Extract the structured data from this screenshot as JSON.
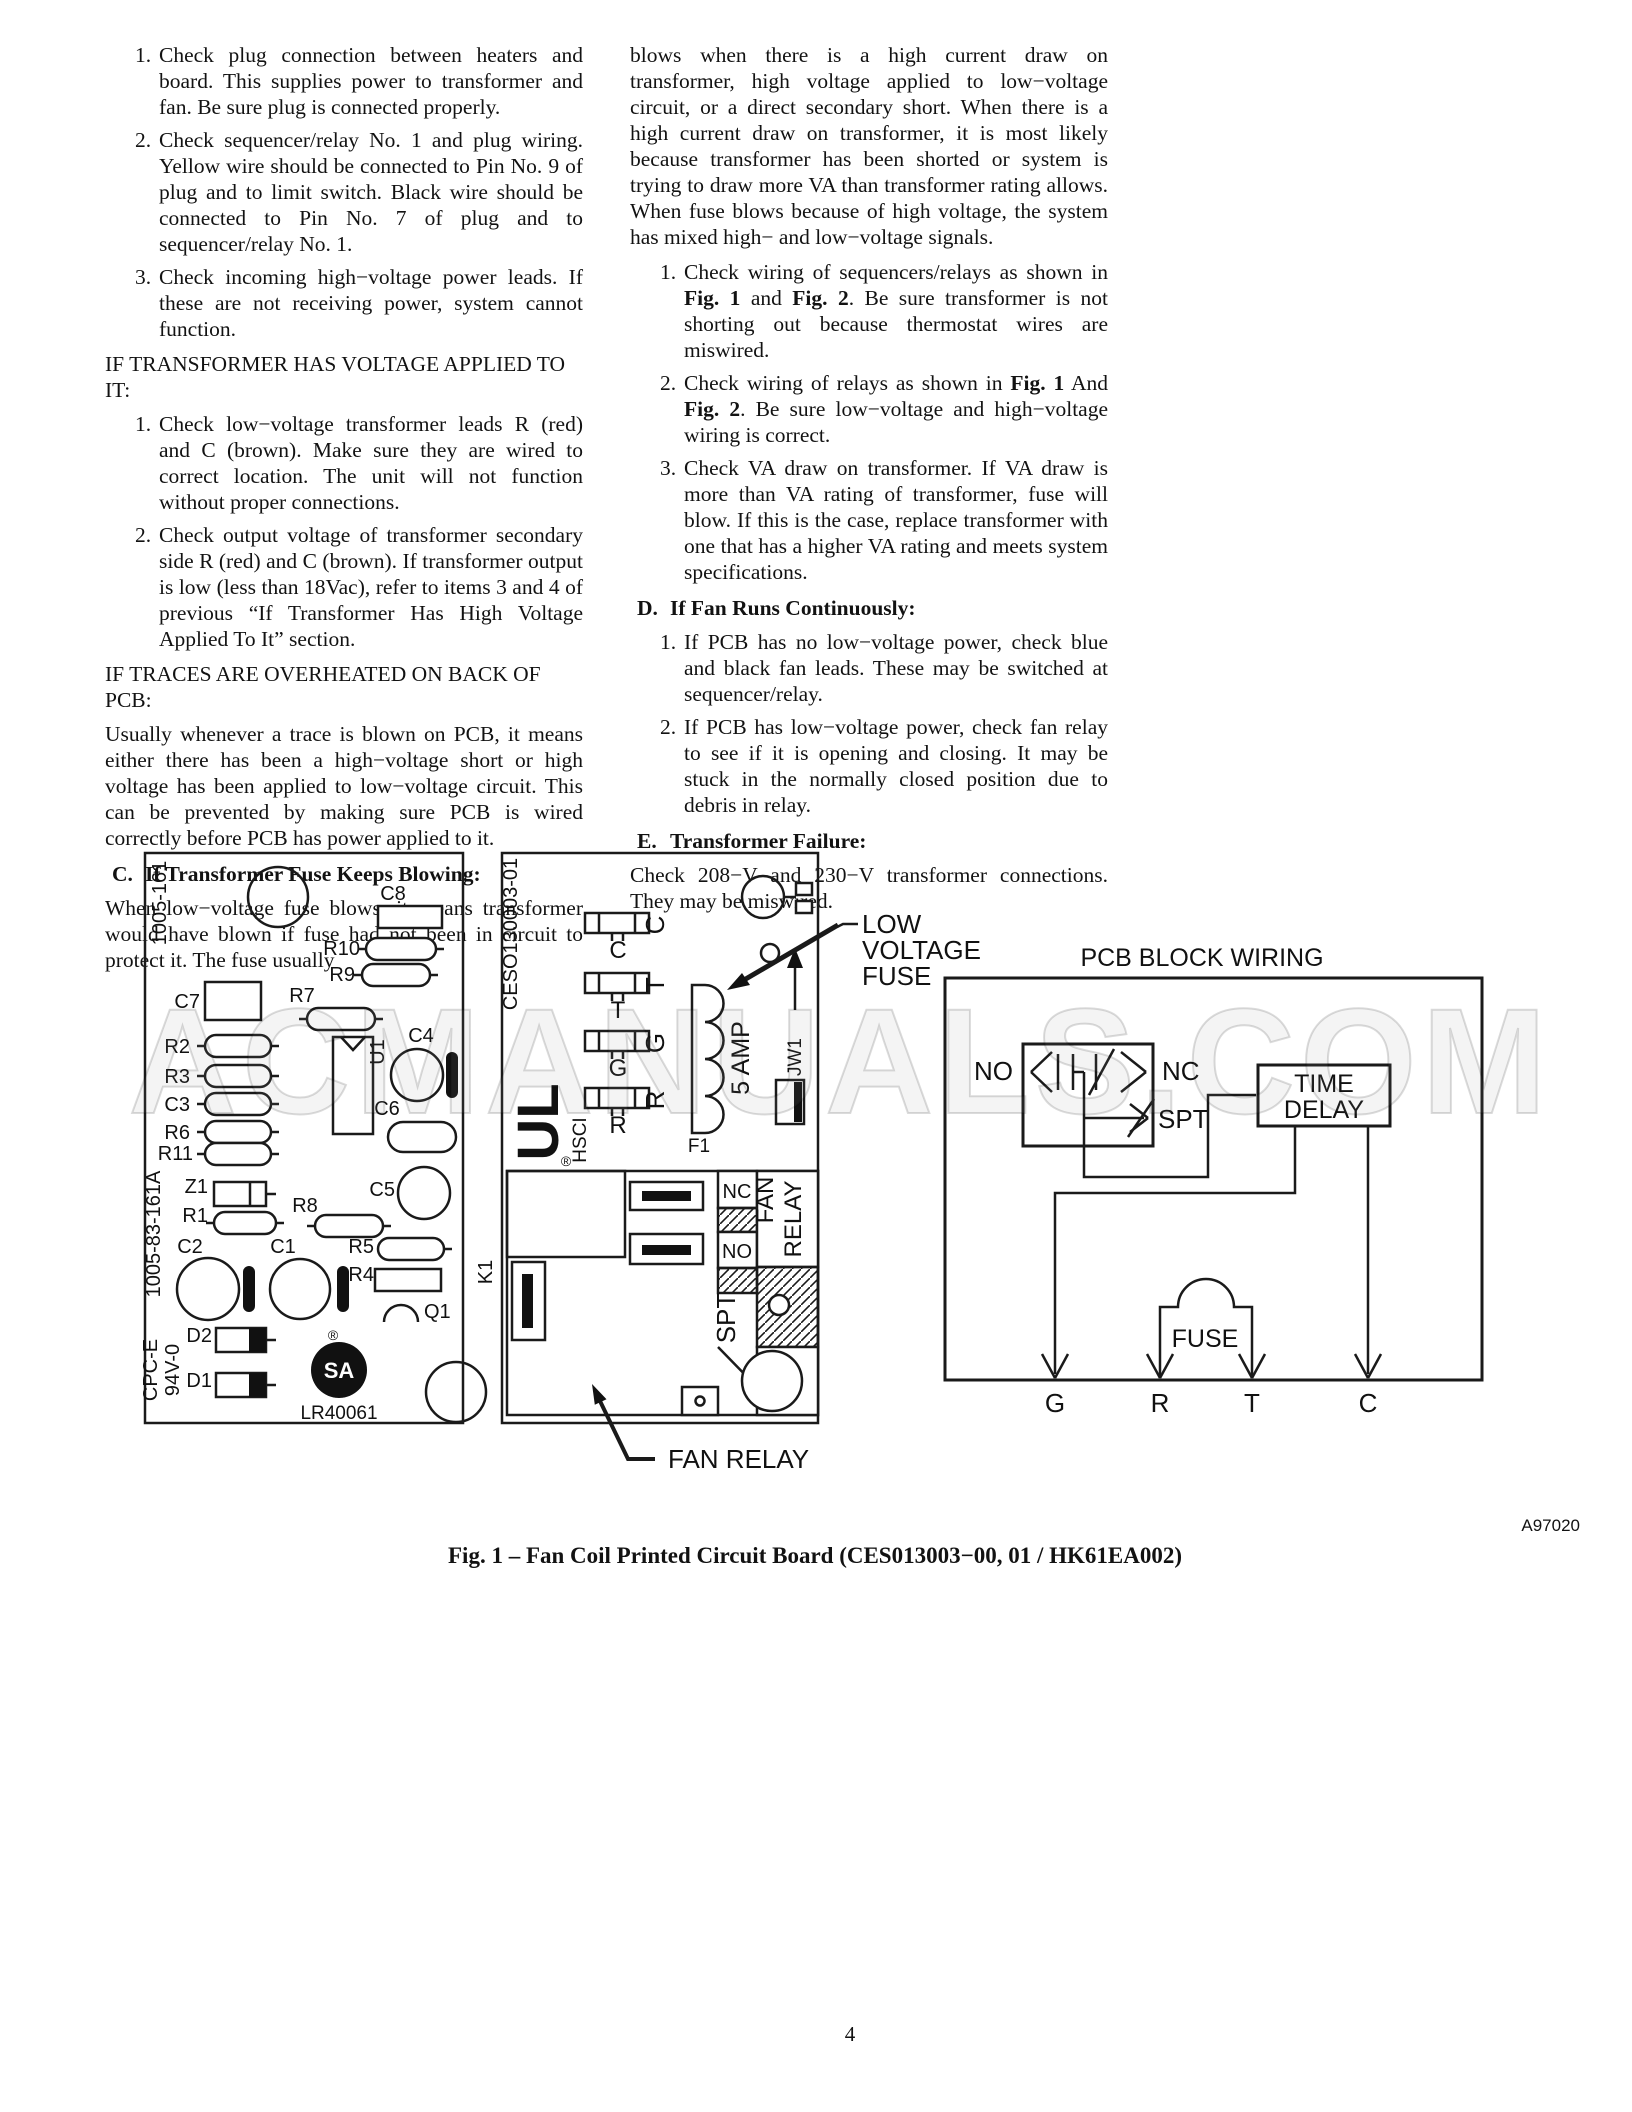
{
  "page": {
    "number": "4",
    "watermark": "ACMANUALS.COM"
  },
  "left": {
    "list1": [
      {
        "n": "1.",
        "t": "Check plug connection between heaters and board. This supplies power to transformer and fan. Be sure plug is connected properly."
      },
      {
        "n": "2.",
        "t": "Check sequencer/relay No. 1 and plug wiring. Yellow wire should be connected to Pin No. 9 of plug and to limit switch. Black wire should be connected to Pin No. 7 of plug and to sequencer/relay No. 1."
      },
      {
        "n": "3.",
        "t": "Check incoming high−voltage power leads. If these are not receiving power, system cannot function."
      }
    ],
    "header1": "IF TRANSFORMER HAS VOLTAGE APPLIED TO IT:",
    "list2": [
      {
        "n": "1.",
        "t": "Check low−voltage transformer leads R (red) and C (brown). Make sure they are wired to correct location. The unit will not function without proper connections."
      },
      {
        "n": "2.",
        "t": "Check output voltage of transformer secondary side R (red) and C (brown). If transformer output is low (less than 18Vac), refer to items 3 and 4 of previous “If Transformer Has High Voltage Applied To It” section."
      }
    ],
    "header2": "IF TRACES ARE OVERHEATED ON BACK OF PCB:",
    "para1": "Usually whenever a trace is blown on PCB, it means either there has been a high−voltage short or high voltage has been applied to low−voltage circuit. This can be prevented by making sure PCB is wired correctly before PCB has power applied to it.",
    "headerC": {
      "letter": "C.",
      "text": "If Transformer Fuse Keeps Blowing:"
    },
    "para2": "When low−voltage fuse blows, it means transformer would have blown if fuse had not been in circuit to protect it. The fuse usually"
  },
  "right": {
    "para1": "blows when there is a high current draw on transformer, high voltage applied to low−voltage circuit, or a direct secondary short. When there is a high current draw on transformer, it is most likely because transformer has been shorted or system is trying to draw more VA than transformer rating allows. When fuse blows because of high voltage, the system has mixed high− and low−voltage signals.",
    "list1": [
      {
        "n": "1.",
        "s1": "Check wiring of sequencers/relays as shown in ",
        "b1": "Fig. 1",
        "s2": " and ",
        "b2": "Fig. 2",
        "s3": ". Be sure transformer is not shorting out because thermostat wires are miswired."
      },
      {
        "n": "2.",
        "s1": "Check wiring of relays as shown in ",
        "b1": "Fig. 1",
        "s2": " And ",
        "b2": "Fig. 2",
        "s3": ". Be sure low−voltage and high−voltage wiring is correct."
      },
      {
        "n": "3.",
        "s1": "Check VA draw on transformer. If VA draw is more than VA rating of transformer, fuse will blow. If this is the case, replace transformer with one that has a higher VA rating and meets system specifications.",
        "b1": "",
        "s2": "",
        "b2": "",
        "s3": ""
      }
    ],
    "headerD": {
      "letter": "D.",
      "text": "If Fan Runs Continuously:"
    },
    "list2": [
      {
        "n": "1.",
        "t": "If PCB has no low−voltage power, check blue and black fan leads. These may be switched at sequencer/relay."
      },
      {
        "n": "2.",
        "t": "If PCB has low−voltage power, check fan relay to see if it is opening and closing. It may be stuck in the normally closed position due to debris in relay."
      }
    ],
    "headerE": {
      "letter": "E.",
      "text": "Transformer Failure:"
    },
    "para2": "Check 208−V and 230−V transformer connections. They may be miswired."
  },
  "figure": {
    "ref": "A97020",
    "caption": "Fig. 1 – Fan Coil Printed Circuit Board (CES013003−00, 01 / HK61EA002)",
    "left_board": {
      "silk_top": "1005-161",
      "silk_mid": "1005-83-161A",
      "silk_b1": "CPC-E",
      "silk_b2": "94V-0",
      "reg": "®",
      "csa_mark": "SA",
      "lr": "LR40061",
      "labels": {
        "c8": "C8",
        "r10": "R10",
        "r9": "R9",
        "c7": "C7",
        "r7": "R7",
        "u1": "U1",
        "c4": "C4",
        "r2": "R2",
        "r3": "R3",
        "c3": "C3",
        "r6": "R6",
        "c6": "C6",
        "r11": "R11",
        "z1": "Z1",
        "r1": "R1",
        "r8": "R8",
        "c5": "C5",
        "c2": "C2",
        "c1": "C1",
        "r5": "R5",
        "r4": "R4",
        "q1": "Q1",
        "d2": "D2",
        "d1": "D1"
      }
    },
    "right_board": {
      "silk": "CESO130003-01",
      "ul": "UL",
      "reg": "®",
      "hsci": "HSCI",
      "k1": "K1",
      "f1": "F1",
      "amp": "5 AMP",
      "jw1": "JW1",
      "terminals": [
        "C",
        "T",
        "G",
        "R"
      ],
      "relay": {
        "nc": "NC",
        "no": "NO",
        "spt": "SPT",
        "fan": "FAN",
        "relay": "RELAY"
      }
    },
    "callout_fuse": [
      "LOW",
      "VOLTAGE",
      "FUSE"
    ],
    "callout_fan": "FAN RELAY",
    "block": {
      "title": "PCB BLOCK WIRING",
      "no": "NO",
      "nc": "NC",
      "spt": "SPT",
      "td1": "TIME",
      "td2": "DELAY",
      "fuse": "FUSE",
      "terminals": [
        "G",
        "R",
        "T",
        "C"
      ]
    }
  }
}
